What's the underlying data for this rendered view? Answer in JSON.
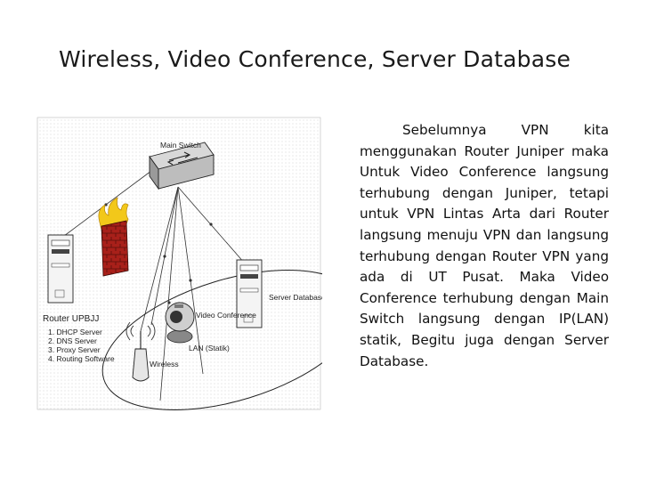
{
  "slide": {
    "title": "Wireless, Video Conference, Server Database",
    "body": "Sebelumnya VPN kita menggunakan Router Juniper maka Untuk Video Conference langsung terhubung dengan Juniper, tetapi untuk VPN Lintas Arta dari Router langsung menuju VPN dan langsung terhubung dengan Router VPN yang ada di UT Pusat. Maka Video Conference terhubung dengan Main Switch langsung dengan IP(LAN) statik, Begitu juga dengan Server Database."
  },
  "diagram": {
    "main_switch": "Main Switch",
    "router_title": "Router UPBJJ",
    "router_services": [
      "1. DHCP Server",
      "2. DNS Server",
      "3. Proxy Server",
      "4. Routing Software"
    ],
    "video_conference": "Video Conference",
    "server_database": "Server Database",
    "lan": "LAN (Statik)",
    "wireless": "Wireless"
  }
}
